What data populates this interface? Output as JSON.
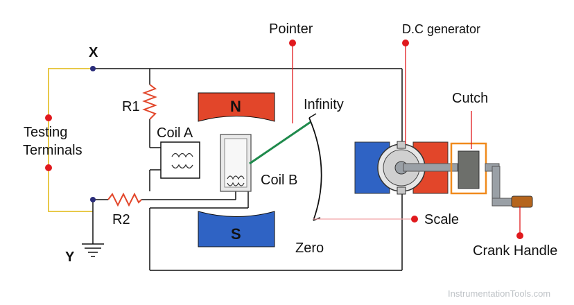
{
  "labels": {
    "x_terminal": "X",
    "y_terminal": "Y",
    "testing_terminals_line1": "Testing",
    "testing_terminals_line2": "Terminals",
    "r1": "R1",
    "r2": "R2",
    "coil_a": "Coil A",
    "coil_b": "Coil B",
    "pole_n": "N",
    "pole_s": "S",
    "pointer": "Pointer",
    "infinity": "Infinity",
    "zero": "Zero",
    "scale": "Scale",
    "dc_generator": "D.C generator",
    "cutch": "Cutch",
    "crank_handle": "Crank Handle"
  },
  "watermark": "InstrumentationTools.com",
  "colors": {
    "wire": "#111111",
    "lead_yellow": "#e8c94a",
    "pole_red": "#e2462a",
    "pole_blue": "#2f63c4",
    "pointer_green": "#1f8a4c",
    "callout_red": "#e0191d",
    "callout_pink": "#f2a3a8",
    "clutch_orange": "#f08a1c",
    "gray_metal": "#9aa0a6",
    "handle_brown": "#b5651d"
  }
}
